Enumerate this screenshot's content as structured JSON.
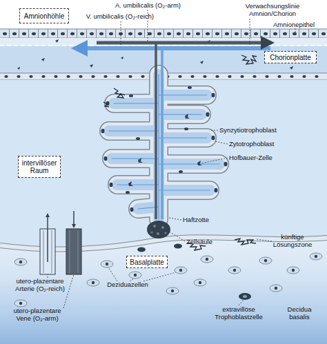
{
  "diagram": {
    "nodes": [
      {
        "text": [
          "Amnionhöhle"
        ]
      },
      {
        "text": [
          "Chorionplatte"
        ]
      },
      {
        "text": [
          "intervillöser Raum"
        ]
      },
      {
        "text": [
          "Basalplatte"
        ]
      }
    ],
    "labels": [
      "A. umbilicalis (O₂-arm)",
      "V. umbilicalis (O₂-reich)",
      "Verwachsungslinie Amnion/Chorion",
      "Amnionepithel",
      "Synzytiotrophoblast",
      "Zytotrophoblast",
      "Hofbauer-Zelle",
      "Haftzotte",
      "Zellsäule",
      "künftige Lösungszone",
      "utero-plazentare Arterie (O₂-reich)",
      "Deziduazellen",
      "utero-plazentare Vene (O₂-arm)",
      "extravillöse Trophoblastzelle",
      "Decidua basalis"
    ]
  }
}
